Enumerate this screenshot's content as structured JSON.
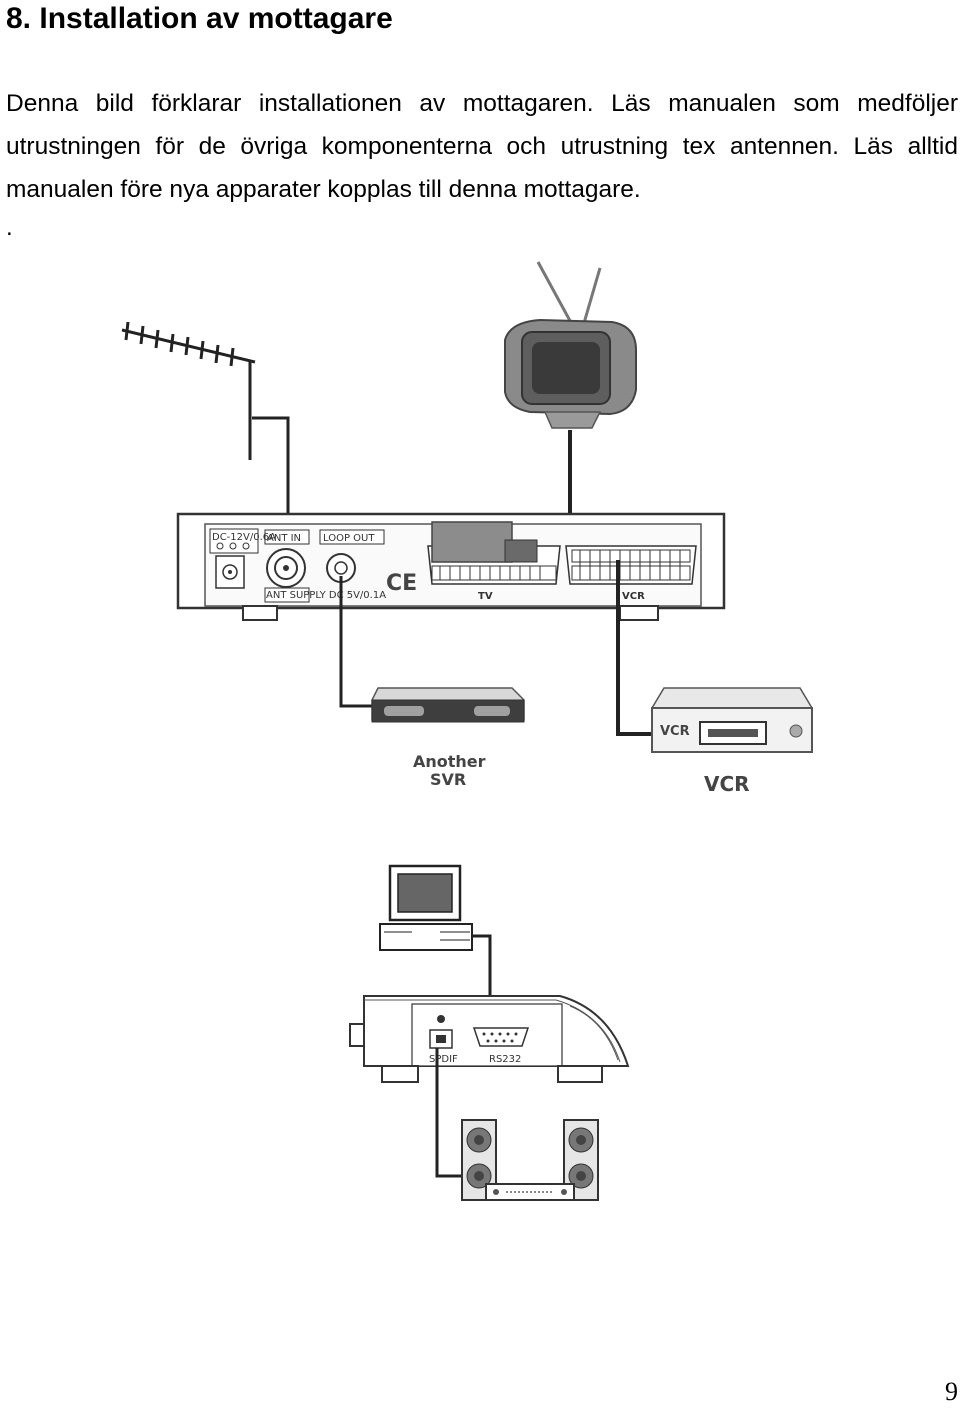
{
  "heading": "8. Installation av mottagare",
  "paragraph": "Denna bild förklarar installationen av mottagaren. Läs manualen som medföljer utrustningen för de övriga komponenterna och utrustning tex antennen. Läs alltid manualen före nya apparater kopplas till denna mottagare.",
  "stray_dot": ".",
  "page_number": "9",
  "diagram1": {
    "port_dc": "DC-12V/0.6A",
    "port_ant_in": "ANT IN",
    "port_loop_out": "LOOP OUT",
    "port_ant_supply": "ANT SUPPLY DC 5V/0.1A",
    "ce_mark": "CE",
    "scart_tv": "TV",
    "scart_vcr": "VCR",
    "device_svr_line1": "Another",
    "device_svr_line2": "SVR",
    "vcr_panel": "VCR",
    "vcr_label": "VCR"
  },
  "diagram2": {
    "port_spdif": "SPDIF",
    "port_rs232": "RS232"
  }
}
